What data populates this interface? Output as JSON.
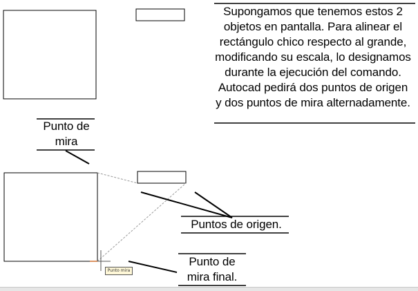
{
  "description_text": {
    "lines": [
      "Supongamos que tenemos estos 2",
      "objetos en pantalla. Para alinear el",
      "rectángulo chico respecto al grande,",
      "modificando su escala, lo designamos",
      "durante la ejecución del comando.",
      "Autocad pedirá dos puntos de origen",
      "y dos puntos de mira alternadamente."
    ]
  },
  "labels": {
    "aim_point_line1": "Punto de",
    "aim_point_line2": "mira",
    "origin_points": "Puntos de origen.",
    "final_aim_point_line1": "Punto de",
    "final_aim_point_line2": "mira final."
  },
  "cursor_tooltip": "Punto mira",
  "colors": {
    "ink": "#000000",
    "guide_dashes": "#9a9a9a",
    "crosshair_accent": "#d07030",
    "tooltip_bg": "#fff8d8"
  }
}
